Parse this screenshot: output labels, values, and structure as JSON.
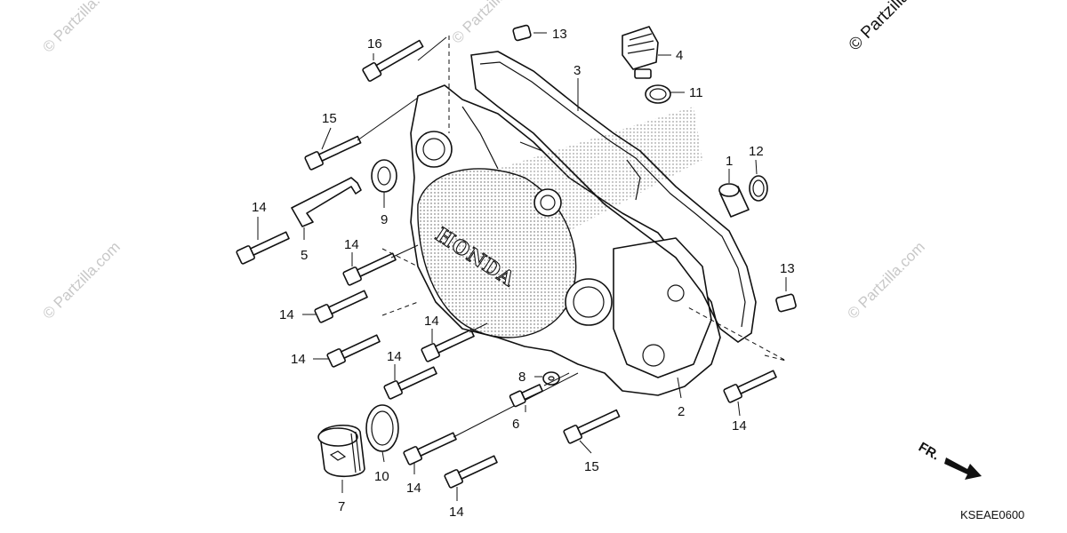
{
  "watermark": {
    "text": "© Partzilla.com",
    "corner_text": "© Partzilla.com"
  },
  "diagram_code": "KSEAE0600",
  "front_arrow": {
    "label": "FR."
  },
  "logo_text": "HONDA",
  "callouts": {
    "c1": "1",
    "c2": "2",
    "c3": "3",
    "c4": "4",
    "c5": "5",
    "c6": "6",
    "c7": "7",
    "c8": "8",
    "c9": "9",
    "c10": "10",
    "c11": "11",
    "c12": "12",
    "c13a": "13",
    "c13b": "13",
    "c14a": "14",
    "c14b": "14",
    "c14c": "14",
    "c14d": "14",
    "c14e": "14",
    "c14f": "14",
    "c14g": "14",
    "c14h": "14",
    "c15a": "15",
    "c15b": "15",
    "c16": "16"
  }
}
